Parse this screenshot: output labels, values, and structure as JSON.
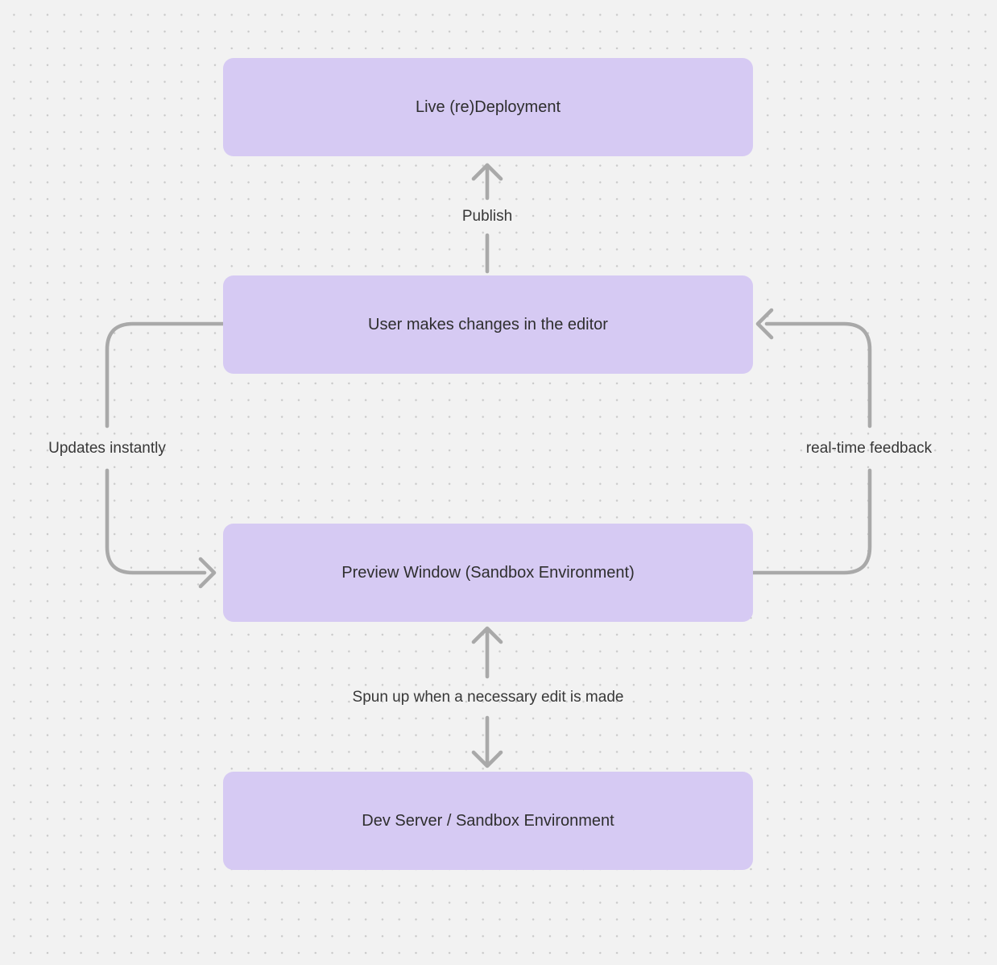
{
  "diagram": {
    "nodes": [
      {
        "id": "live-redeployment",
        "label": "Live (re)Deployment"
      },
      {
        "id": "user-editor",
        "label": "User makes changes in the editor"
      },
      {
        "id": "preview-window",
        "label": "Preview Window (Sandbox Environment)"
      },
      {
        "id": "dev-server",
        "label": "Dev Server / Sandbox Environment"
      }
    ],
    "edges": [
      {
        "id": "publish",
        "label": "Publish",
        "from": "user-editor",
        "to": "live-redeployment",
        "direction": "up"
      },
      {
        "id": "updates-instantly",
        "label": "Updates instantly",
        "from": "user-editor",
        "to": "preview-window",
        "direction": "left-loop"
      },
      {
        "id": "real-time-feedback",
        "label": "real-time feedback",
        "from": "preview-window",
        "to": "user-editor",
        "direction": "right-loop"
      },
      {
        "id": "spun-up",
        "label": "Spun up when a necessary edit is made",
        "from": "preview-window",
        "to": "dev-server",
        "direction": "both"
      }
    ]
  },
  "colors": {
    "background": "#f2f2f2",
    "dot": "#c9c9c9",
    "node_fill": "#d6caf3",
    "text": "#2e2e2e",
    "label_text": "#383838",
    "arrow": "#a9a9a9"
  }
}
